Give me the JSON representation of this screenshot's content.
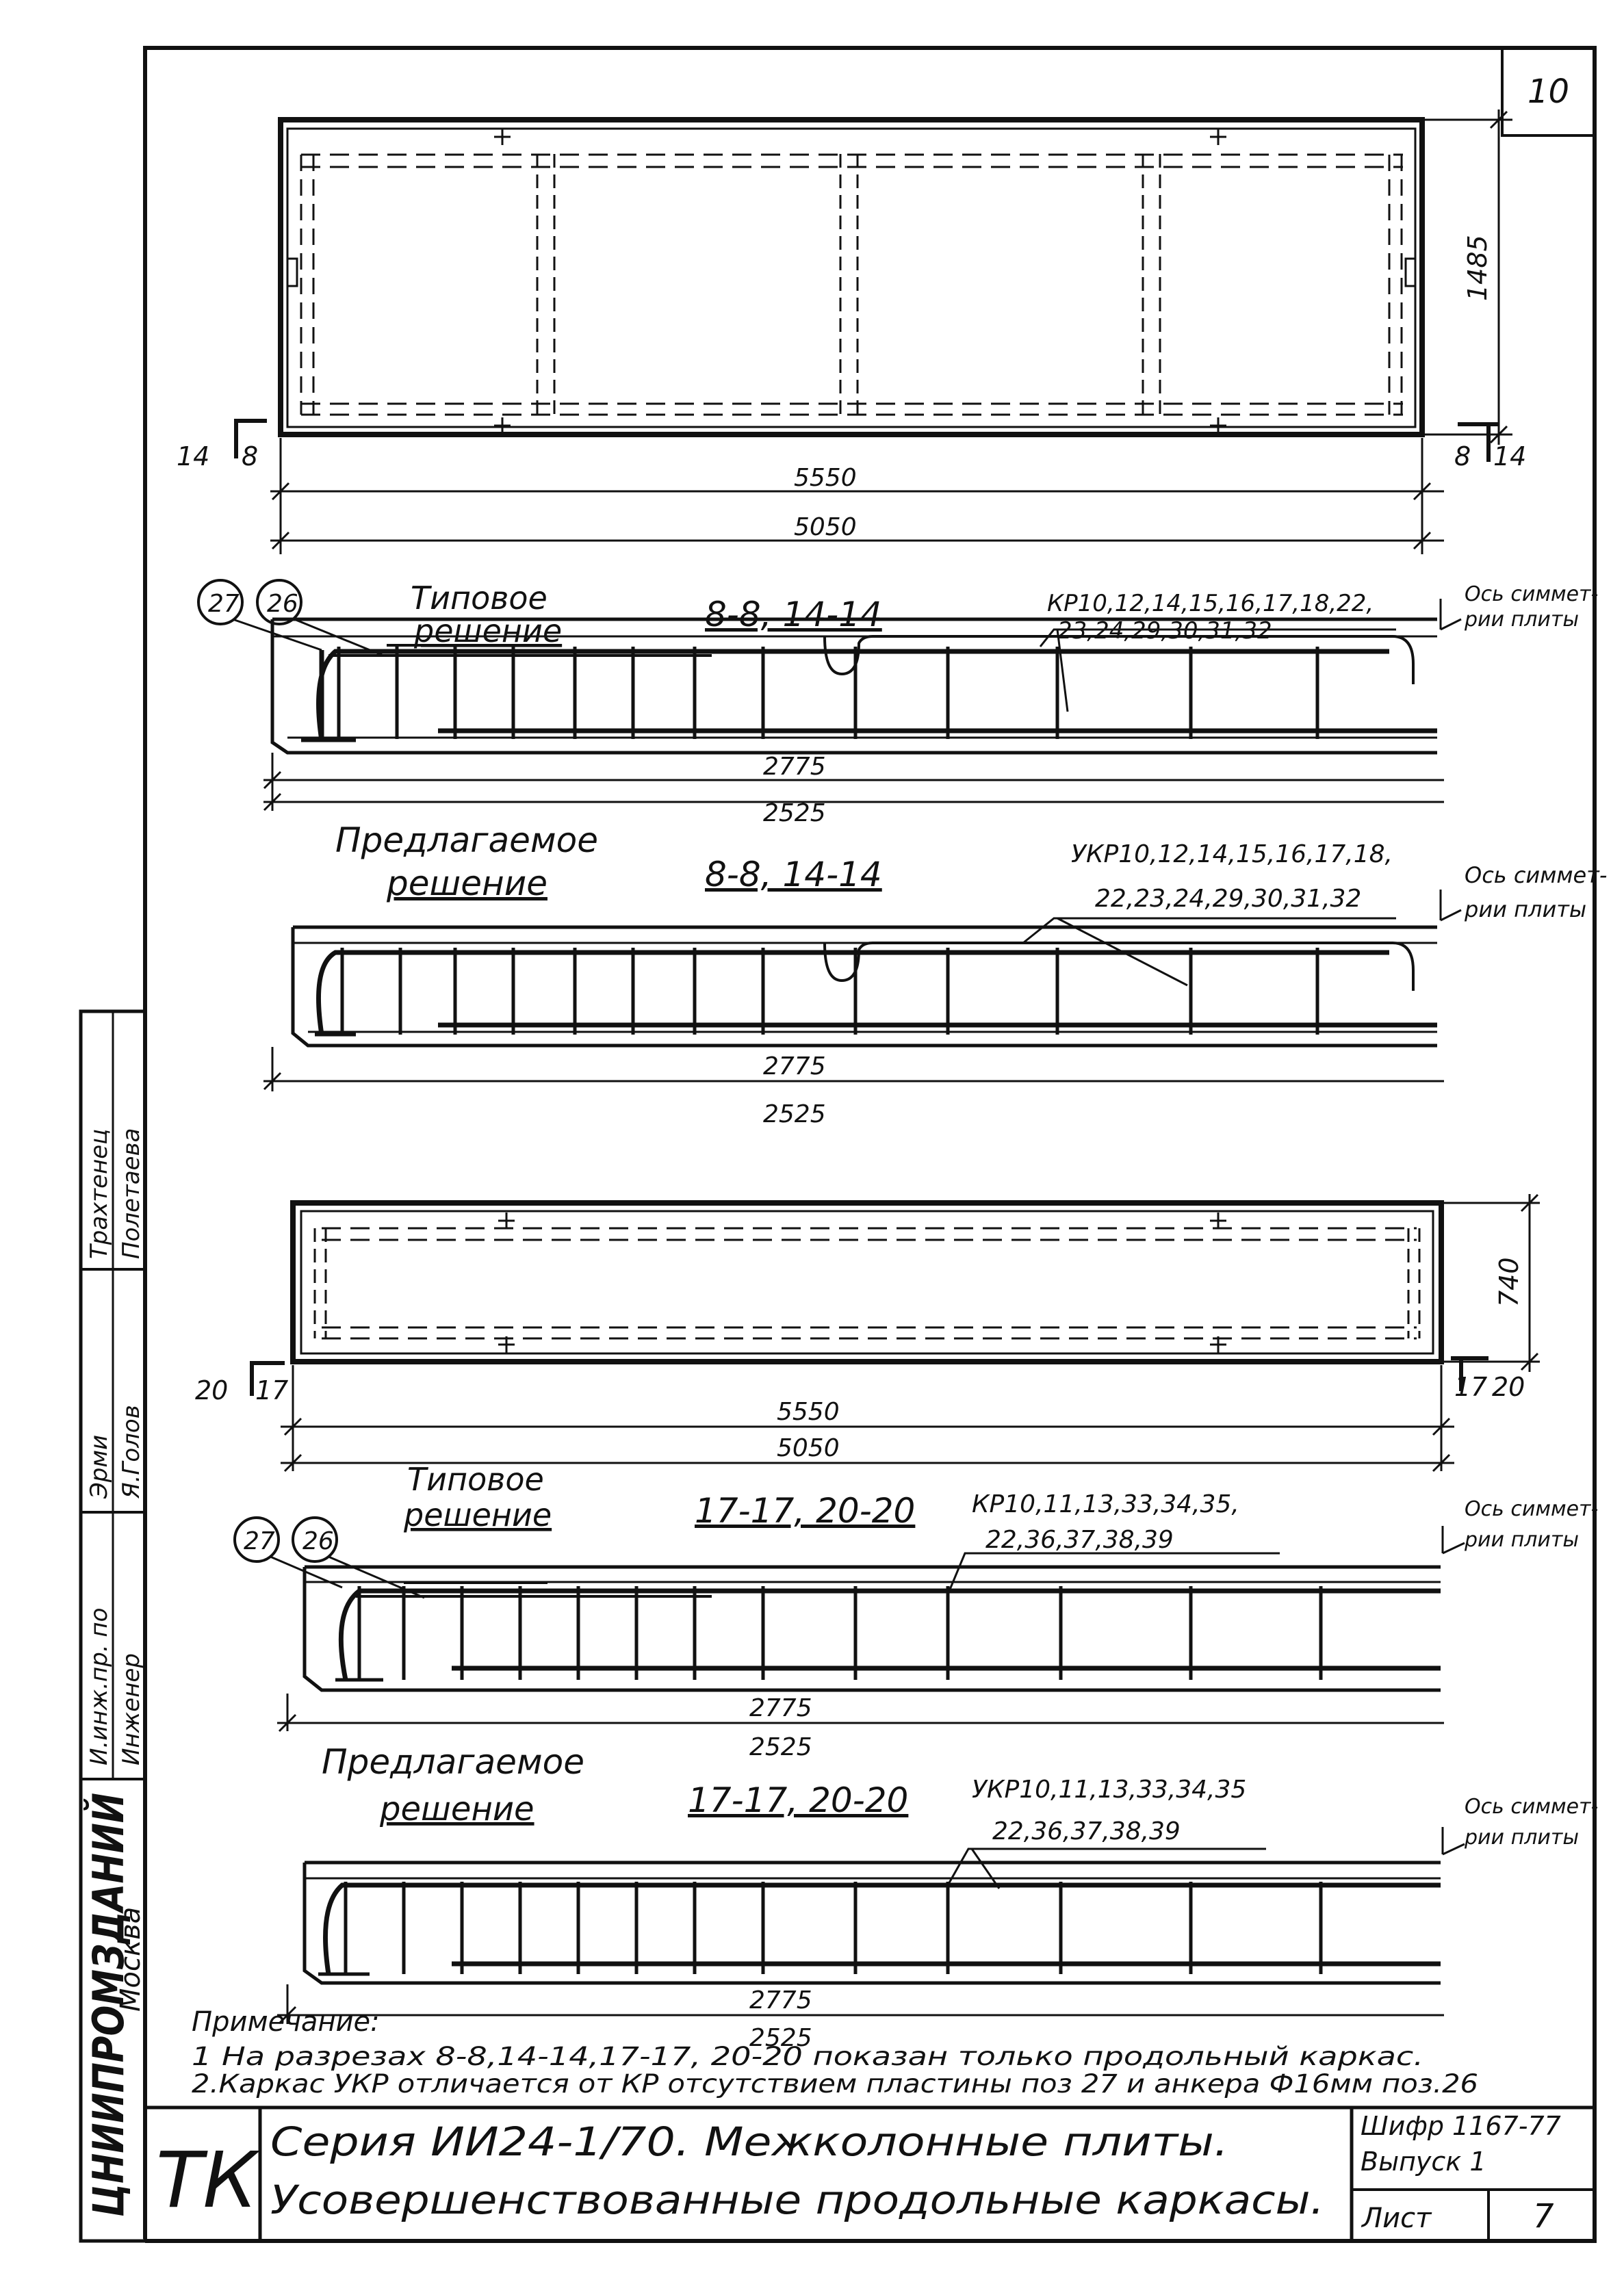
{
  "sheet": {
    "page_number": "10",
    "notes_title": "Примечание:",
    "note_1": "1 На разрезах 8-8,14-14,17-17, 20-20 показан только продольный каркас.",
    "note_2": "2.Каркас УКР отличается от КР отсутствием пластины поз 27 и анкера Ф16мм поз.26"
  },
  "stamp": {
    "mark": "ТК",
    "title_line1": "Серия ИИ24-1/70. Межколонные плиты.",
    "title_line2": "Усовершенствованные продольные каркасы.",
    "code": "Шифр 1167-77",
    "issue": "Выпуск 1",
    "sheet_label": "Лист",
    "sheet_no": "7"
  },
  "side_stamp": {
    "org": "ЦНИИПРОМЗДАНИЙ",
    "city": "Москва",
    "role_1": "И.инж.пр. по",
    "role_2": "Инженер",
    "sig_1": "Эрми",
    "sig_2": "Я.Голов",
    "name_1": "Трахтенец",
    "name_2": "Полетаева"
  },
  "plan_upper": {
    "dim_height": "1485",
    "dim_outer": "5550",
    "dim_inner": "5050",
    "sec_left_a": "14",
    "sec_left_b": "8",
    "sec_right_a": "8",
    "sec_right_b": "14"
  },
  "plan_lower": {
    "dim_height": "740",
    "dim_outer": "5550",
    "dim_inner": "5050",
    "sec_left_a": "20",
    "sec_left_b": "17",
    "sec_right_a": "17",
    "sec_right_b": "20"
  },
  "sections": [
    {
      "title_l1": "Типовое",
      "title_l2": "решение",
      "cut": "8-8, 14-14",
      "frames_l1": "КР10,12,14,15,16,17,18,22,",
      "frames_l2": "23,24,29,30,31,32",
      "axis_l1": "Ось симмет-",
      "axis_l2": "рии плиты",
      "pos_a": "27",
      "pos_b": "26",
      "dim_outer": "2775",
      "dim_inner": "2525"
    },
    {
      "title_l1": "Предлагаемое",
      "title_l2": "решение",
      "cut": "8-8, 14-14",
      "frames_l1": "УКР10,12,14,15,16,17,18,",
      "frames_l2": "22,23,24,29,30,31,32",
      "axis_l1": "Ось симмет-",
      "axis_l2": "рии плиты",
      "dim_outer": "2775",
      "dim_inner": "2525"
    },
    {
      "title_l1": "Типовое",
      "title_l2": "решение",
      "cut": "17-17, 20-20",
      "frames_l1": "КР10,11,13,33,34,35,",
      "frames_l2": "22,36,37,38,39",
      "axis_l1": "Ось симмет-",
      "axis_l2": "рии плиты",
      "pos_a": "27",
      "pos_b": "26",
      "dim_outer": "2775",
      "dim_inner": "2525"
    },
    {
      "title_l1": "Предлагаемое",
      "title_l2": "решение",
      "cut": "17-17, 20-20",
      "frames_l1": "УКР10,11,13,33,34,35",
      "frames_l2": "22,36,37,38,39",
      "axis_l1": "Ось симмет-",
      "axis_l2": "рии плиты",
      "dim_outer": "2775",
      "dim_inner": "2525"
    }
  ]
}
